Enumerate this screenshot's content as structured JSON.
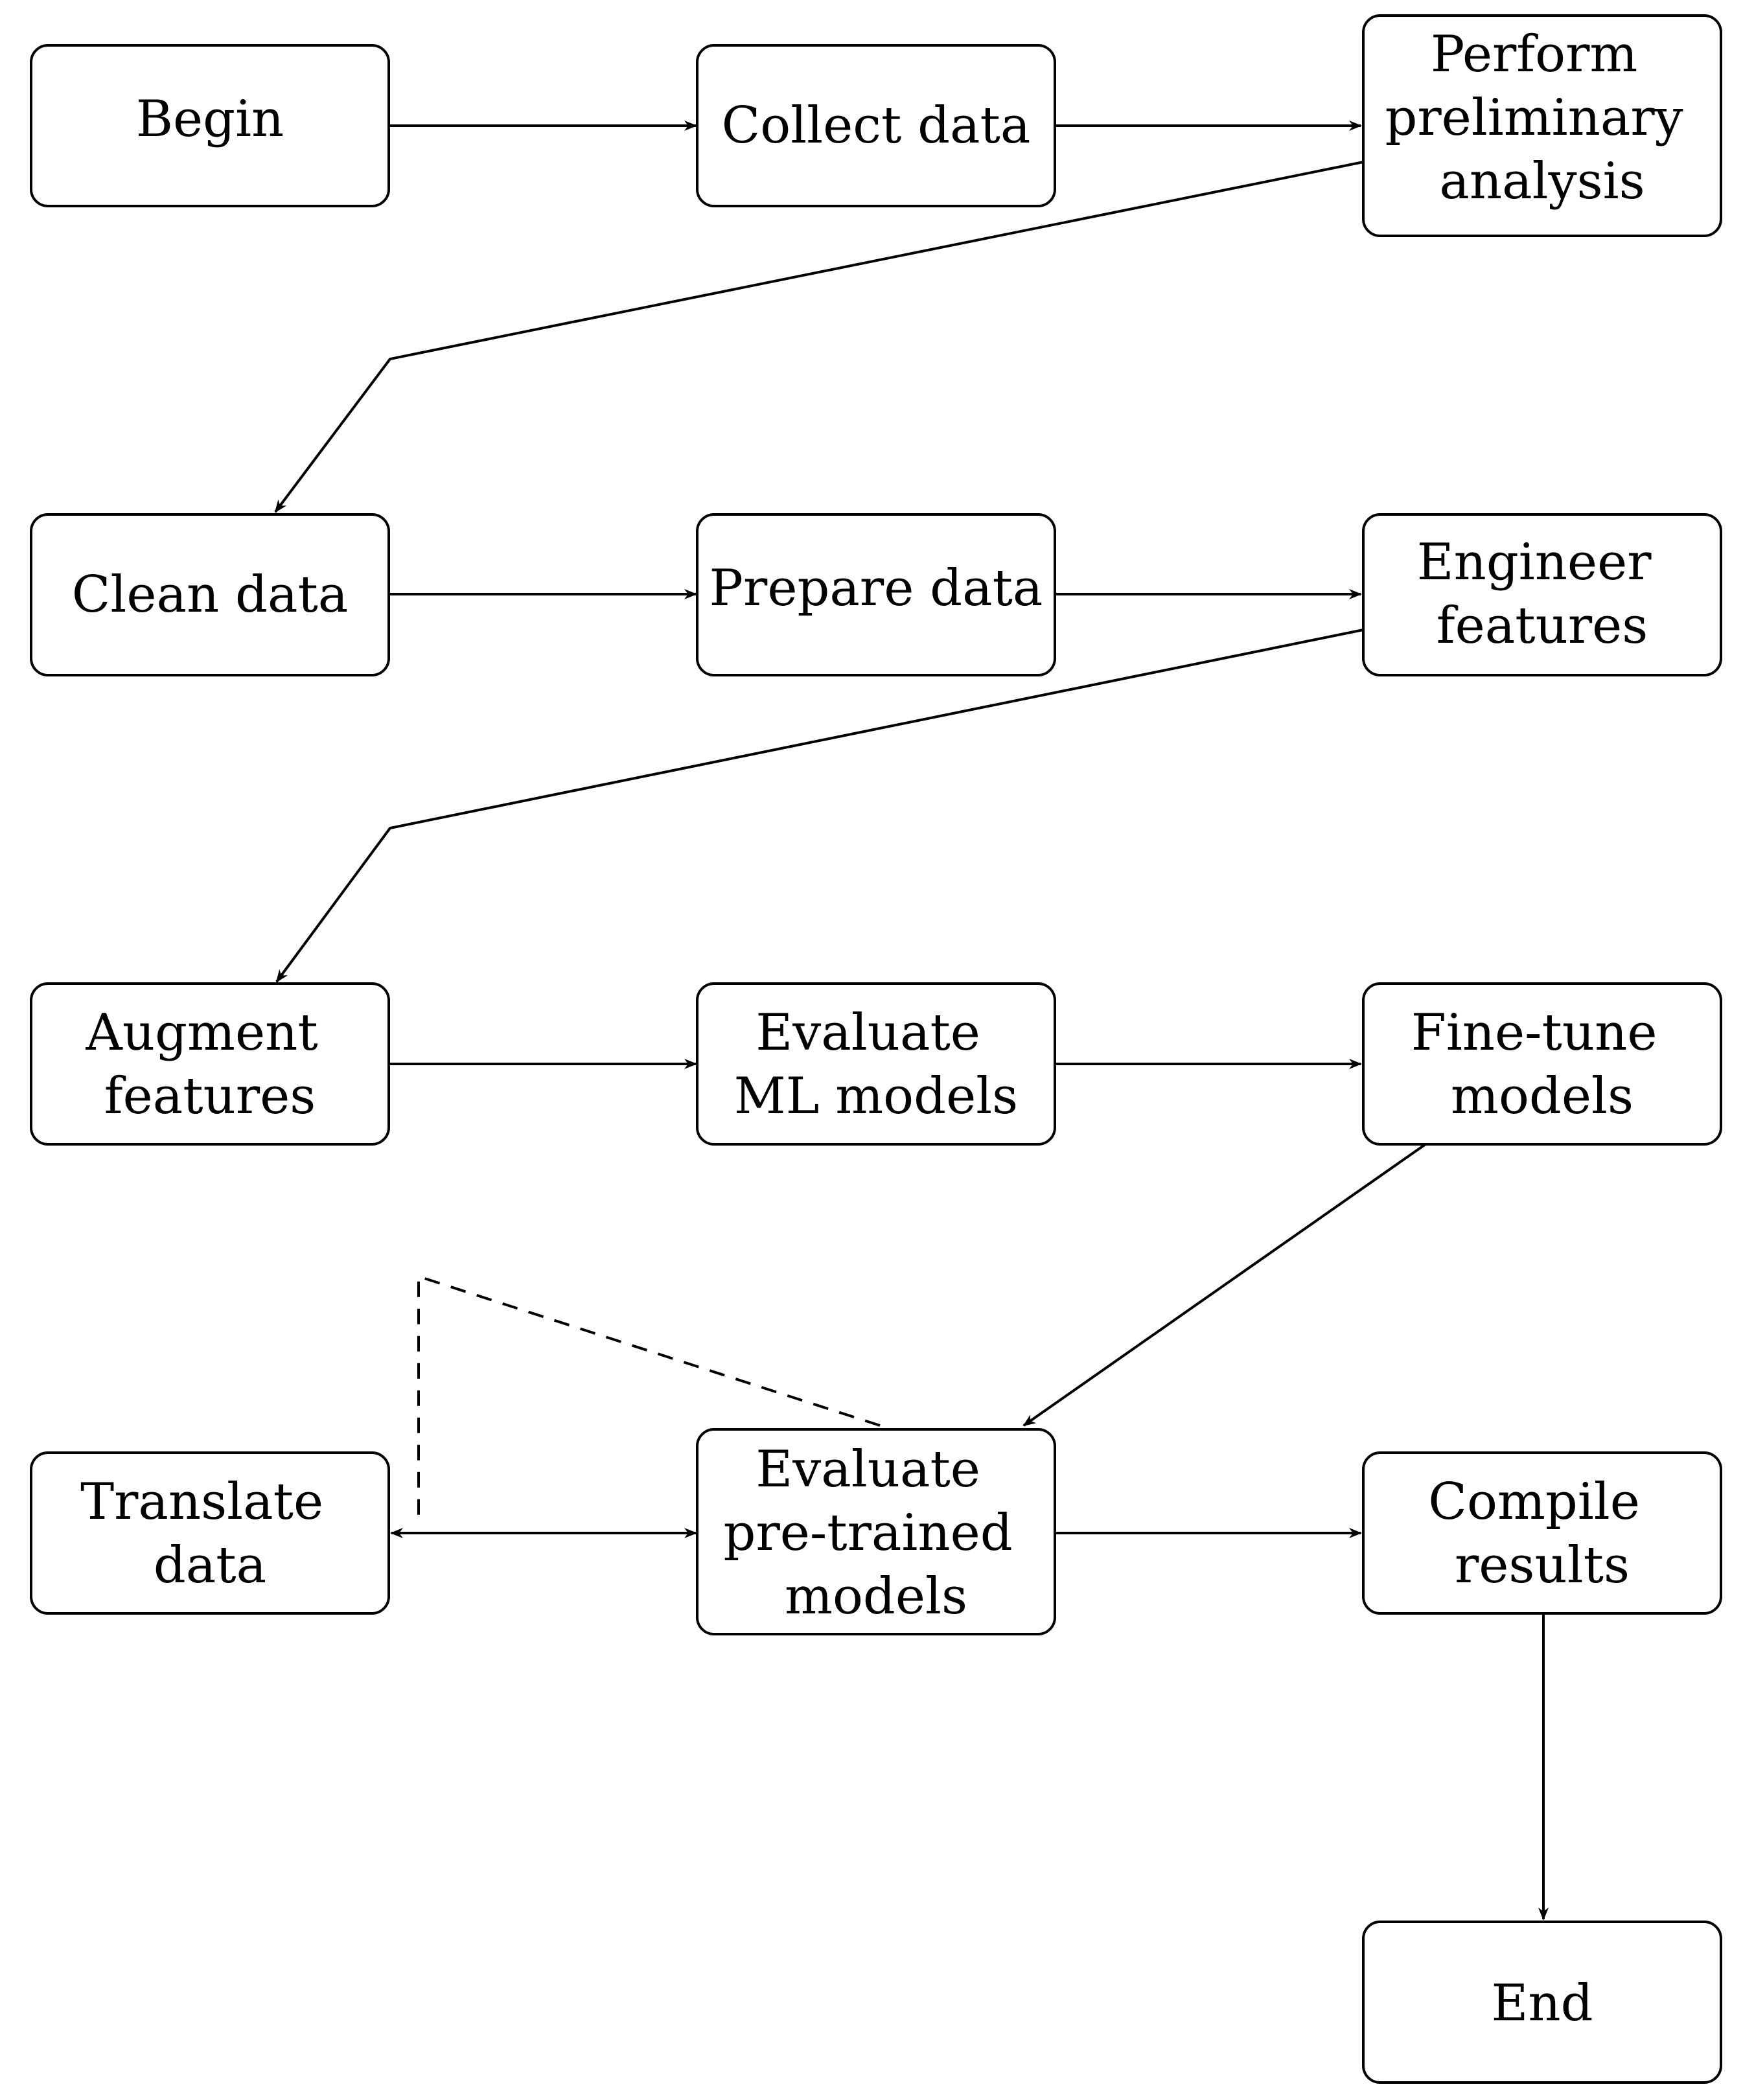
{
  "nodes": {
    "begin": [
      "Begin"
    ],
    "collect": [
      "Collect data"
    ],
    "analysis": [
      "Perform",
      "preliminary",
      "analysis"
    ],
    "clean": [
      "Clean data"
    ],
    "prepare": [
      "Prepare data"
    ],
    "engineer": [
      "Engineer",
      "features"
    ],
    "augment": [
      "Augment",
      "features"
    ],
    "evalml": [
      "Evaluate",
      "ML models"
    ],
    "finetune": [
      "Fine-tune",
      "models"
    ],
    "translate": [
      "Translate",
      "data"
    ],
    "evalpt": [
      "Evaluate",
      "pre-trained",
      "models"
    ],
    "compile": [
      "Compile",
      "results"
    ],
    "end": [
      "End"
    ]
  },
  "edges": [
    {
      "from": "begin",
      "to": "collect",
      "style": "solid",
      "arrow": "end"
    },
    {
      "from": "collect",
      "to": "analysis",
      "style": "solid",
      "arrow": "end"
    },
    {
      "from": "analysis",
      "to": "clean",
      "style": "solid",
      "arrow": "end"
    },
    {
      "from": "clean",
      "to": "prepare",
      "style": "solid",
      "arrow": "end"
    },
    {
      "from": "prepare",
      "to": "engineer",
      "style": "solid",
      "arrow": "end"
    },
    {
      "from": "engineer",
      "to": "augment",
      "style": "solid",
      "arrow": "end"
    },
    {
      "from": "augment",
      "to": "evalml",
      "style": "solid",
      "arrow": "end"
    },
    {
      "from": "evalml",
      "to": "finetune",
      "style": "solid",
      "arrow": "end"
    },
    {
      "from": "finetune",
      "to": "evalpt",
      "style": "solid",
      "arrow": "end"
    },
    {
      "from": "translate",
      "to": "evalpt",
      "style": "solid",
      "arrow": "both"
    },
    {
      "from": "evalpt",
      "to": "translate",
      "style": "dashed",
      "arrow": "none"
    },
    {
      "from": "evalpt",
      "to": "compile",
      "style": "solid",
      "arrow": "end"
    },
    {
      "from": "compile",
      "to": "end",
      "style": "solid",
      "arrow": "end"
    }
  ]
}
